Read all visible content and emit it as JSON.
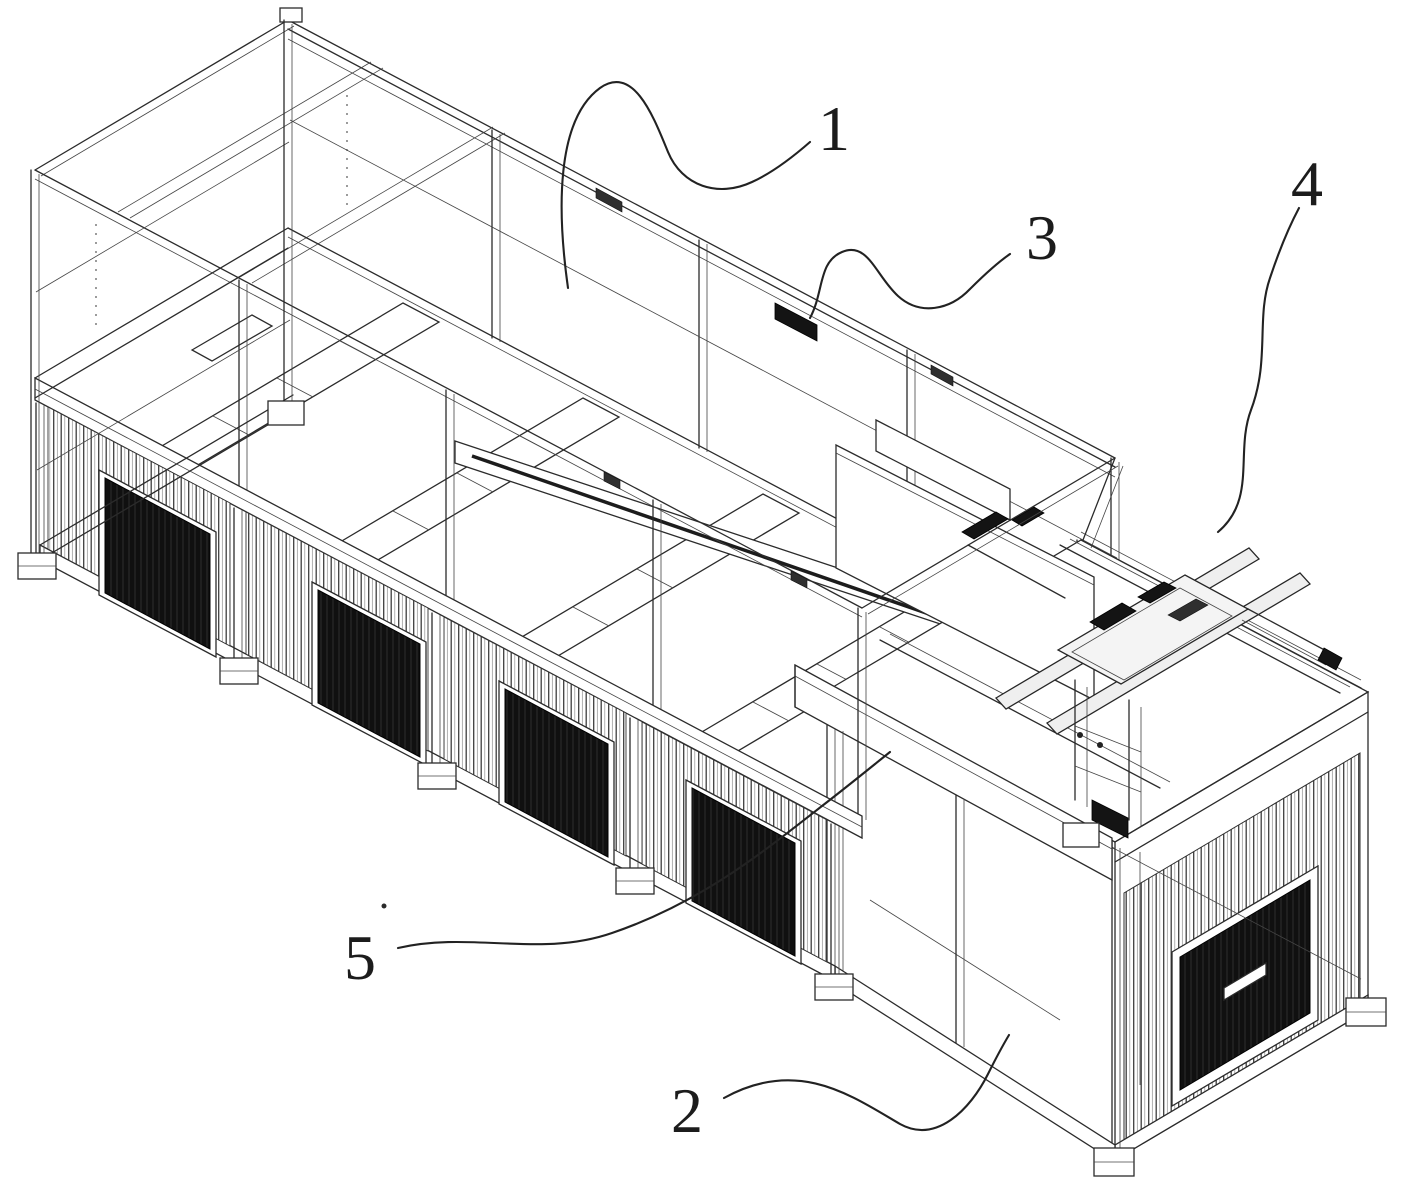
{
  "drawing": {
    "background_color": "#ffffff",
    "line_color": "#2b2b2b",
    "dark_panel_color": "#141414",
    "callouts": [
      {
        "label": "1"
      },
      {
        "label": "3"
      },
      {
        "label": "4"
      },
      {
        "label": "5"
      },
      {
        "label": "2"
      }
    ]
  }
}
